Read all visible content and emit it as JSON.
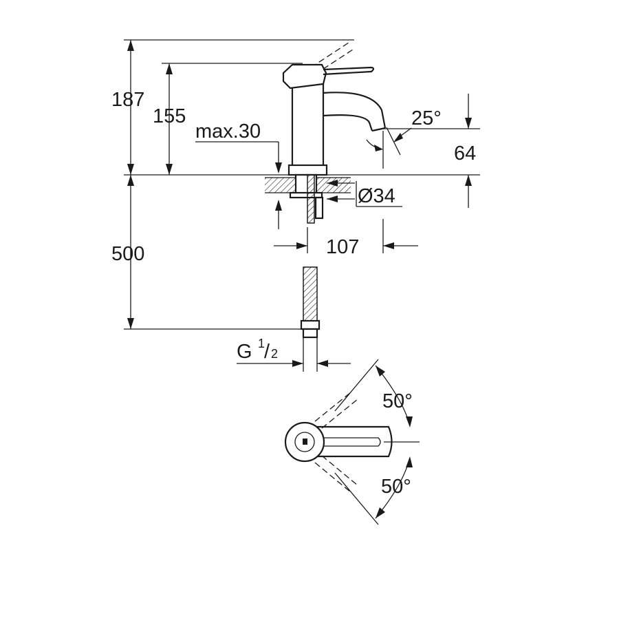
{
  "dimensions": {
    "height_total": "187",
    "height_spout": "155",
    "max_thickness": "max.30",
    "spout_clearance": "64",
    "spout_angle": "25°",
    "base_diameter": "Ø34",
    "projection": "107",
    "hose_length": "500",
    "connection_main": "G",
    "connection_numerator": "1",
    "connection_slash": "/",
    "connection_denominator": "2",
    "lever_angle_up": "50°",
    "lever_angle_down": "50°"
  }
}
